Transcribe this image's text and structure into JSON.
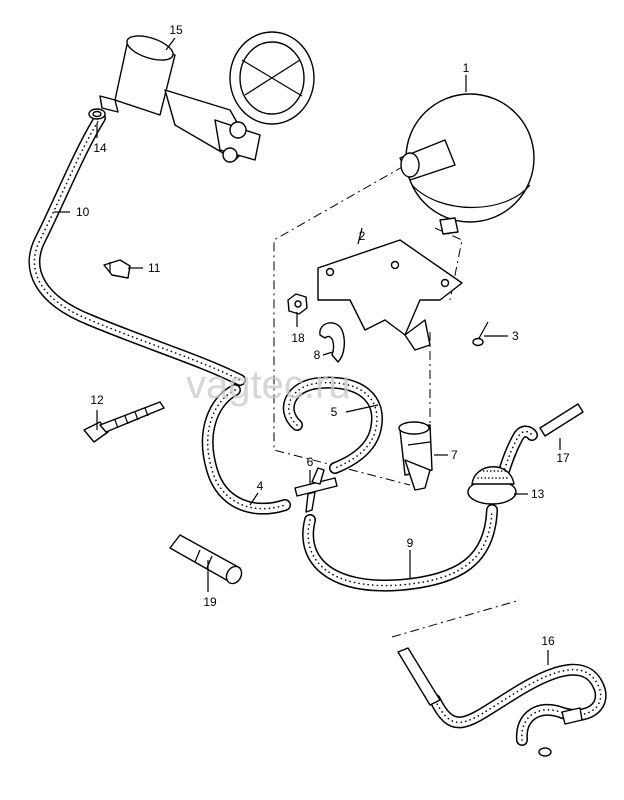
{
  "watermark": "vagtec.ru",
  "callouts": [
    {
      "id": "1",
      "label": "1"
    },
    {
      "id": "2",
      "label": "2"
    },
    {
      "id": "3",
      "label": "3"
    },
    {
      "id": "4",
      "label": "4"
    },
    {
      "id": "5",
      "label": "5"
    },
    {
      "id": "6",
      "label": "6"
    },
    {
      "id": "7",
      "label": "7"
    },
    {
      "id": "8",
      "label": "8"
    },
    {
      "id": "9",
      "label": "9"
    },
    {
      "id": "10",
      "label": "10"
    },
    {
      "id": "11",
      "label": "11"
    },
    {
      "id": "12",
      "label": "12"
    },
    {
      "id": "13",
      "label": "13"
    },
    {
      "id": "14",
      "label": "14"
    },
    {
      "id": "15",
      "label": "15"
    },
    {
      "id": "16",
      "label": "16"
    },
    {
      "id": "17",
      "label": "17"
    },
    {
      "id": "18",
      "label": "18"
    },
    {
      "id": "19",
      "label": "19"
    }
  ]
}
